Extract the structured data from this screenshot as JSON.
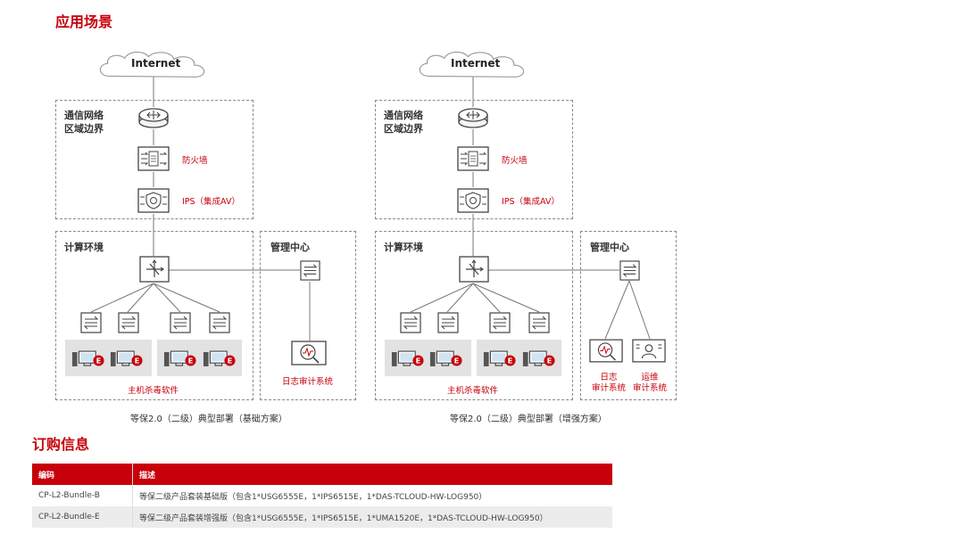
{
  "sections": {
    "scenario_title": "应用场景",
    "ordering_title": "订购信息"
  },
  "diagram_left": {
    "internet": "Internet",
    "border_zone": "通信网络\n区域边界",
    "firewall": "防火墙",
    "ips": "IPS（集成AV）",
    "compute_zone": "计算环境",
    "mgmt_zone": "管理中心",
    "antivirus": "主机杀毒软件",
    "log_audit": "日志审计系统",
    "caption": "等保2.0（二级）典型部署（基础方案）"
  },
  "diagram_right": {
    "internet": "Internet",
    "border_zone": "通信网络\n区域边界",
    "firewall": "防火墙",
    "ips": "IPS（集成AV）",
    "compute_zone": "计算环境",
    "mgmt_zone": "管理中心",
    "antivirus": "主机杀毒软件",
    "log_audit": "日志\n审计系统",
    "ops_audit": "运维\n审计系统",
    "caption": "等保2.0（二级）典型部署（增强方案）"
  },
  "table": {
    "headers": [
      "编码",
      "描述"
    ],
    "rows": [
      {
        "code": "CP-L2-Bundle-B",
        "desc": "等保二级产品套装基础版（包含1*USG6555E，1*IPS6515E，1*DAS-TCLOUD-HW-LOG950）"
      },
      {
        "code": "CP-L2-Bundle-E",
        "desc": "等保二级产品套装增强版（包含1*USG6555E，1*IPS6515E，1*UMA1520E，1*DAS-TCLOUD-HW-LOG950）"
      }
    ]
  },
  "colors": {
    "accent": "#c7000b",
    "gray_band": "#e2e2e2",
    "dashed_border": "#8a8a8a"
  },
  "icons": [
    "cloud-icon",
    "router-icon",
    "firewall-icon",
    "ips-icon",
    "core-switch-icon",
    "switch-icon",
    "host-pc-icon",
    "antivirus-badge-icon",
    "log-audit-icon",
    "ops-audit-icon"
  ]
}
